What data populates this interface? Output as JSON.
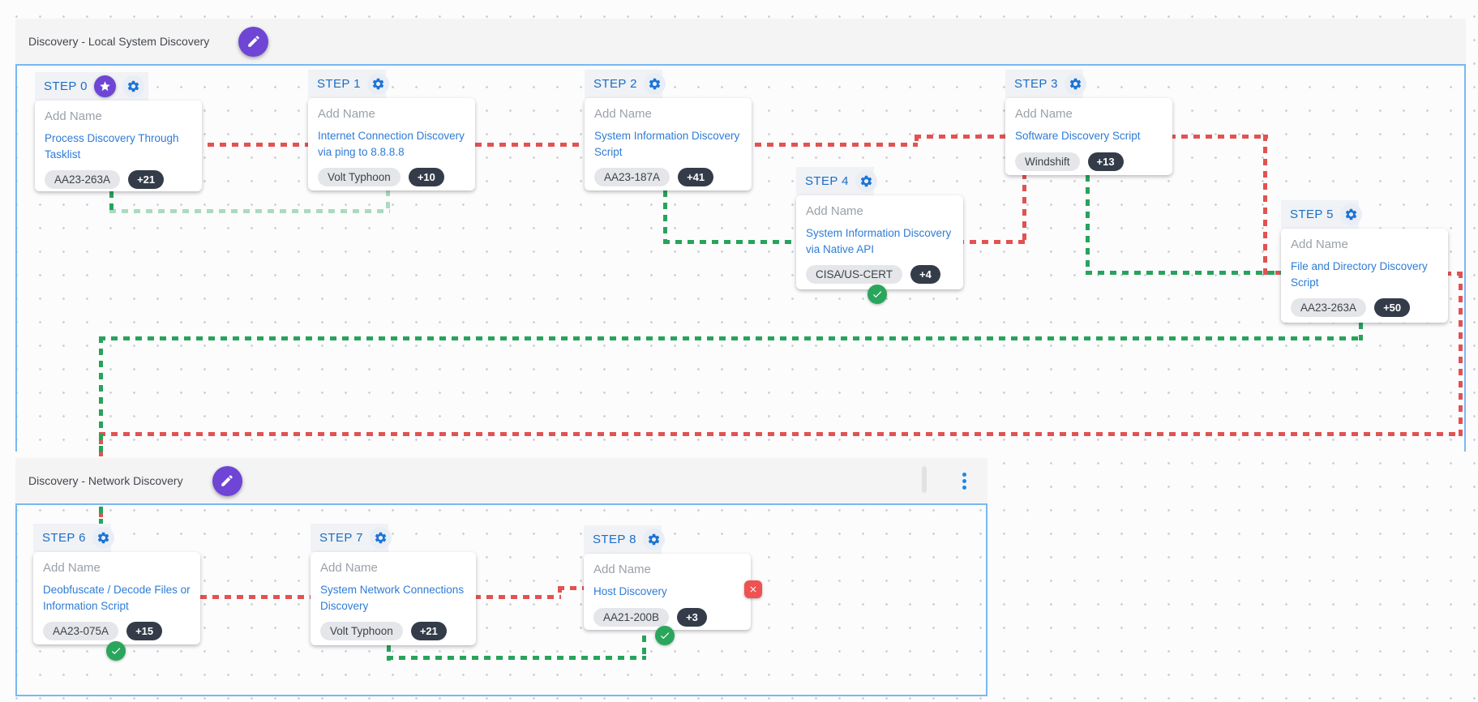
{
  "sections": [
    {
      "title": "Discovery - Local System Discovery"
    },
    {
      "title": "Discovery - Network Discovery"
    }
  ],
  "steps": [
    {
      "label": "STEP 0",
      "name_placeholder": "Add Name",
      "scenario": "Process Discovery Through Tasklist",
      "tag": "AA23-263A",
      "count": "+21",
      "starred": true
    },
    {
      "label": "STEP 1",
      "name_placeholder": "Add Name",
      "scenario": "Internet Connection Discovery via ping to 8.8.8.8",
      "tag": "Volt Typhoon",
      "count": "+10"
    },
    {
      "label": "STEP 2",
      "name_placeholder": "Add Name",
      "scenario": "System Information Discovery Script",
      "tag": "AA23-187A",
      "count": "+41"
    },
    {
      "label": "STEP 3",
      "name_placeholder": "Add Name",
      "scenario": "Software Discovery Script",
      "tag": "Windshift",
      "count": "+13"
    },
    {
      "label": "STEP 4",
      "name_placeholder": "Add Name",
      "scenario": "System Information Discovery via Native API",
      "tag": "CISA/US-CERT",
      "count": "+4",
      "status": "success"
    },
    {
      "label": "STEP 5",
      "name_placeholder": "Add Name",
      "scenario": "File and Directory Discovery Script",
      "tag": "AA23-263A",
      "count": "+50"
    },
    {
      "label": "STEP 6",
      "name_placeholder": "Add Name",
      "scenario": "Deobfuscate / Decode Files or Information Script",
      "tag": "AA23-075A",
      "count": "+15",
      "status": "success"
    },
    {
      "label": "STEP 7",
      "name_placeholder": "Add Name",
      "scenario": "System Network Connections Discovery",
      "tag": "Volt Typhoon",
      "count": "+21"
    },
    {
      "label": "STEP 8",
      "name_placeholder": "Add Name",
      "scenario": "Host Discovery",
      "tag": "AA21-200B",
      "count": "+3",
      "status": "success",
      "fail_badge": true
    }
  ],
  "colors": {
    "accent_purple": "#6e45d4",
    "link_blue": "#2e7cd6",
    "step_label_blue": "#1b6ec8",
    "section_border_blue": "#79b8f2",
    "success_green": "#2aa65c",
    "fail_red": "#e25252",
    "tag_dark_bg": "#333c48"
  }
}
